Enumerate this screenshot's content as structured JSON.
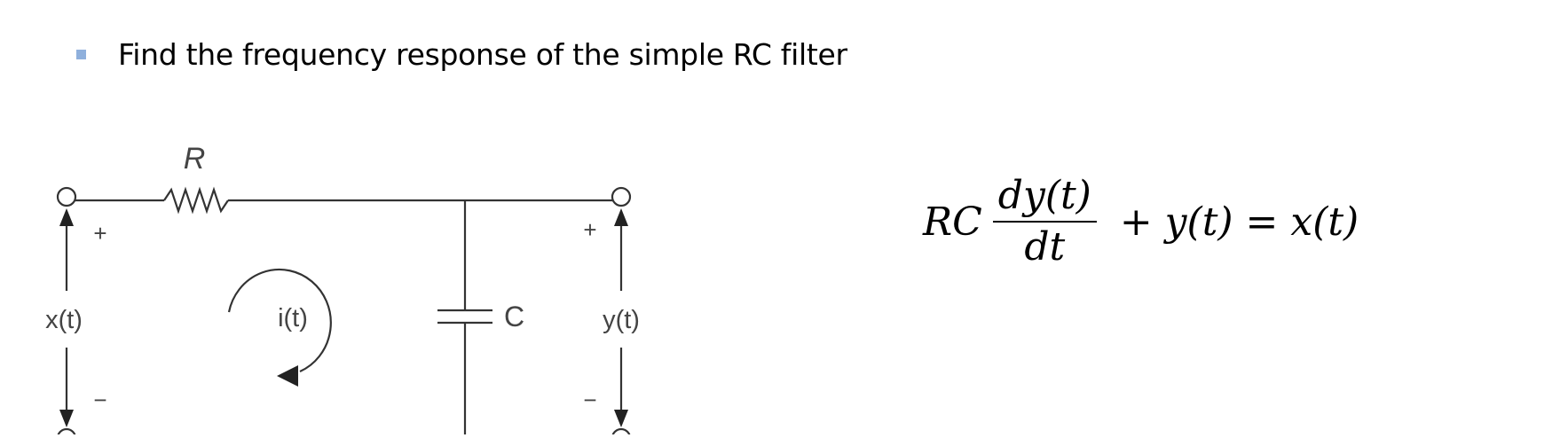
{
  "bullet": {
    "text": "Find the frequency response of the simple RC filter",
    "marker_color": "#8fb0dc"
  },
  "circuit": {
    "resistor_label": "R",
    "capacitor_label": "C",
    "input_label": "x(t)",
    "output_label": "y(t)",
    "current_label": "i(t)",
    "plus_sign": "+",
    "minus_sign": "−"
  },
  "equation": {
    "lhs_coefficient": "RC",
    "numerator": "dy(t)",
    "denominator": "dt",
    "remainder": " + y(t) = x(t)"
  }
}
